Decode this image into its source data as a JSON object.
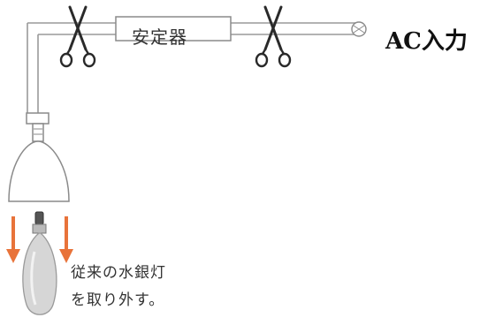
{
  "diagram": {
    "ballast_label": "安定器",
    "input_label": "AC入力",
    "caption_line1": "従来の水銀灯",
    "caption_line2": "を取り外す。"
  },
  "icons": {
    "cut_left": "scissors-icon",
    "cut_right": "scissors-icon",
    "remove_arrows": "down-arrow-icon",
    "plug": "plug-terminal-icon"
  },
  "colors": {
    "wire": "#9a9a9a",
    "arrow": "#e8733a",
    "scissors": "#333333",
    "lamp": "#cfcfcf"
  }
}
